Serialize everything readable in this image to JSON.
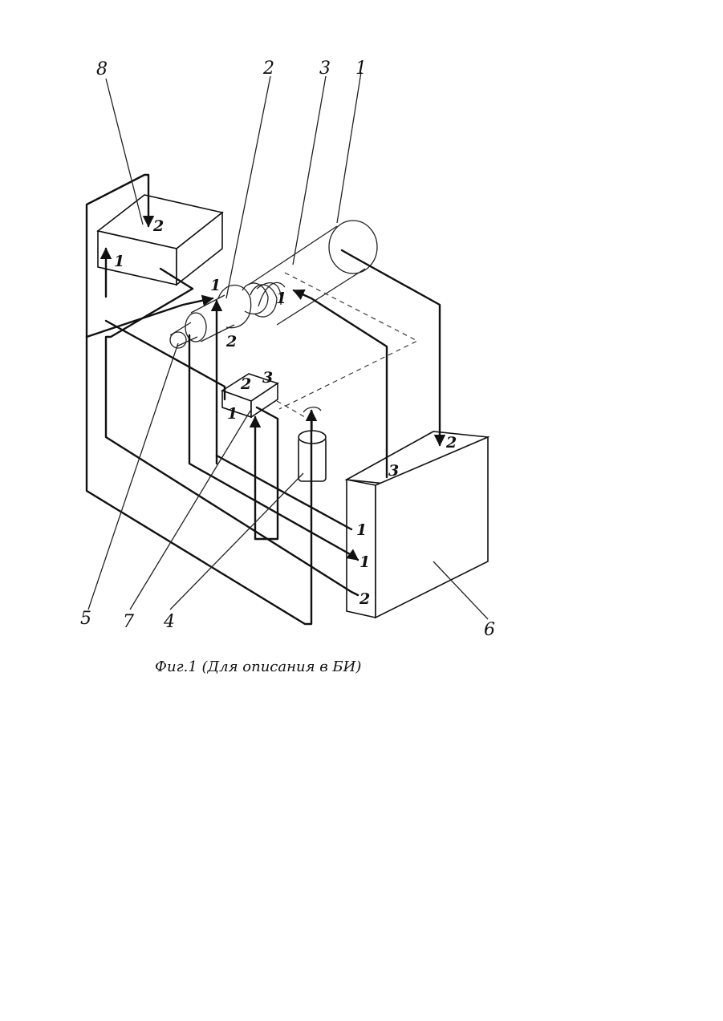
{
  "caption": "Фиг.1 (Для описания в БИ)",
  "callouts": [
    "8",
    "2",
    "3",
    "1",
    "5",
    "7",
    "4",
    "6"
  ],
  "ports": {
    "block8_in": "2",
    "block8_out": "1",
    "coupling_1": "1",
    "coupling_2": "2",
    "drum_1": "1",
    "block7_1": "1",
    "block7_2": "2",
    "block7_3": "3",
    "block6_top": "2",
    "block6_3": "3",
    "block6_1a": "1",
    "block6_1b": "1",
    "block6_2": "2"
  }
}
